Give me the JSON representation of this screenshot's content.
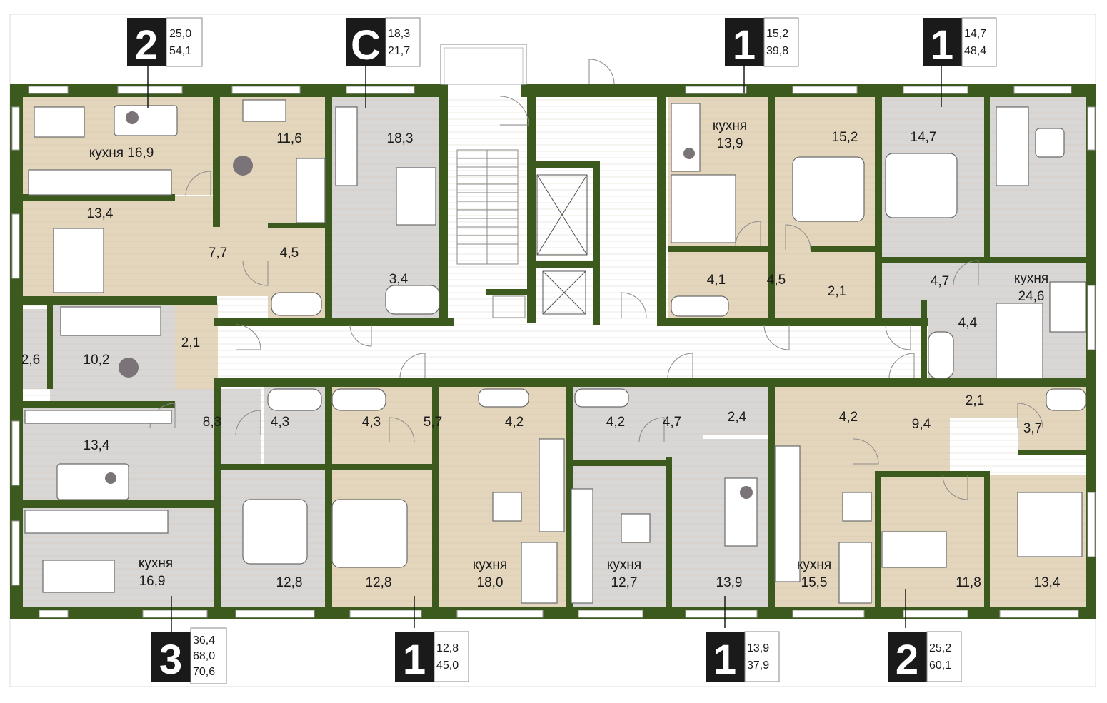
{
  "colors": {
    "wall": "#3d5a1e",
    "room_wood": "#e4d6bc",
    "room_grey": "#d9d6d6",
    "corridor": "#ffffff",
    "badge": "#1a1a1a"
  },
  "badges": [
    {
      "id": "top-2-left",
      "number": "2",
      "values": [
        "25,0",
        "54,1"
      ]
    },
    {
      "id": "top-c",
      "number": "С",
      "values": [
        "18,3",
        "21,7"
      ]
    },
    {
      "id": "top-1-mid",
      "number": "1",
      "values": [
        "15,2",
        "39,8"
      ]
    },
    {
      "id": "top-1-right",
      "number": "1",
      "values": [
        "14,7",
        "48,4"
      ]
    },
    {
      "id": "bottom-3",
      "number": "3",
      "values": [
        "36,4",
        "68,0",
        "70,6"
      ]
    },
    {
      "id": "bottom-1-left",
      "number": "1",
      "values": [
        "12,8",
        "45,0"
      ]
    },
    {
      "id": "bottom-1-mid",
      "number": "1",
      "values": [
        "13,9",
        "37,9"
      ]
    },
    {
      "id": "bottom-2-right",
      "number": "2",
      "values": [
        "25,2",
        "60,1"
      ]
    }
  ],
  "rooms": {
    "r01": "кухня 16,9",
    "r02": "11,6",
    "r03": "18,3",
    "r04": "13,4",
    "r05": "7,7",
    "r06": "4,5",
    "r07": "3,4",
    "r08": "2,6",
    "r09": "10,2",
    "r10": "2,1",
    "r11": "8,3",
    "r12": "13,4",
    "r13": "4,3",
    "r14": "4,3",
    "r15": "5,7",
    "r16": "4,2",
    "r17": "4,2",
    "r18": "4,7",
    "r19": "2,4",
    "r20": "4,2",
    "r21": "9,4",
    "r22": "2,1",
    "r23": "3,7",
    "r24a": "кухня",
    "r24b": "16,9",
    "r25": "12,8",
    "r26": "12,8",
    "r27a": "кухня",
    "r27b": "18,0",
    "r28a": "кухня",
    "r28b": "12,7",
    "r29": "13,9",
    "r30a": "кухня",
    "r30b": "15,5",
    "r31": "11,8",
    "r32": "13,4",
    "r33a": "кухня",
    "r33b": "13,9",
    "r34": "15,2",
    "r35": "14,7",
    "r36": "4,1",
    "r37": "4,5",
    "r38": "2,1",
    "r39": "4,7",
    "r40a": "кухня",
    "r40b": "24,6",
    "r41": "4,4"
  }
}
